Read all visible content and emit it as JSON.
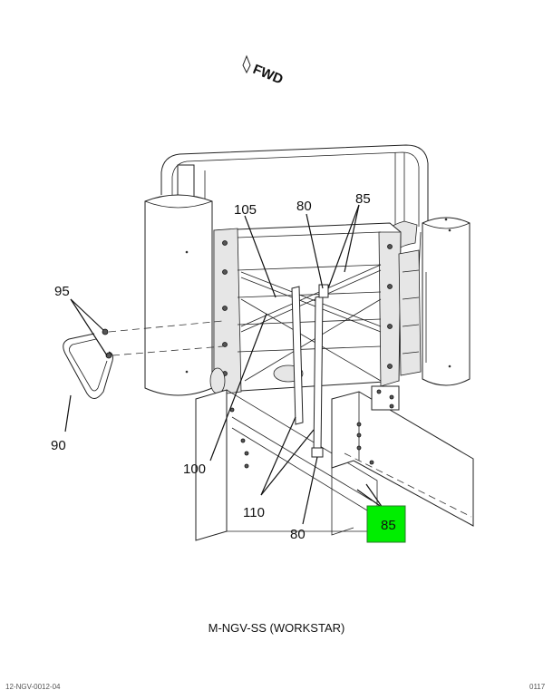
{
  "fwd_label": "FWD",
  "caption": "M-NGV-SS (WORKSTAR)",
  "footer_left": "12-NGV-0012-04",
  "footer_right": "0117",
  "callouts": {
    "c95": "95",
    "c90": "90",
    "c105": "105",
    "c80_top": "80",
    "c85_top": "85",
    "c100": "100",
    "c110": "110",
    "c80_bottom": "80",
    "c85_highlight": "85"
  },
  "highlight_color": "#00ee00"
}
